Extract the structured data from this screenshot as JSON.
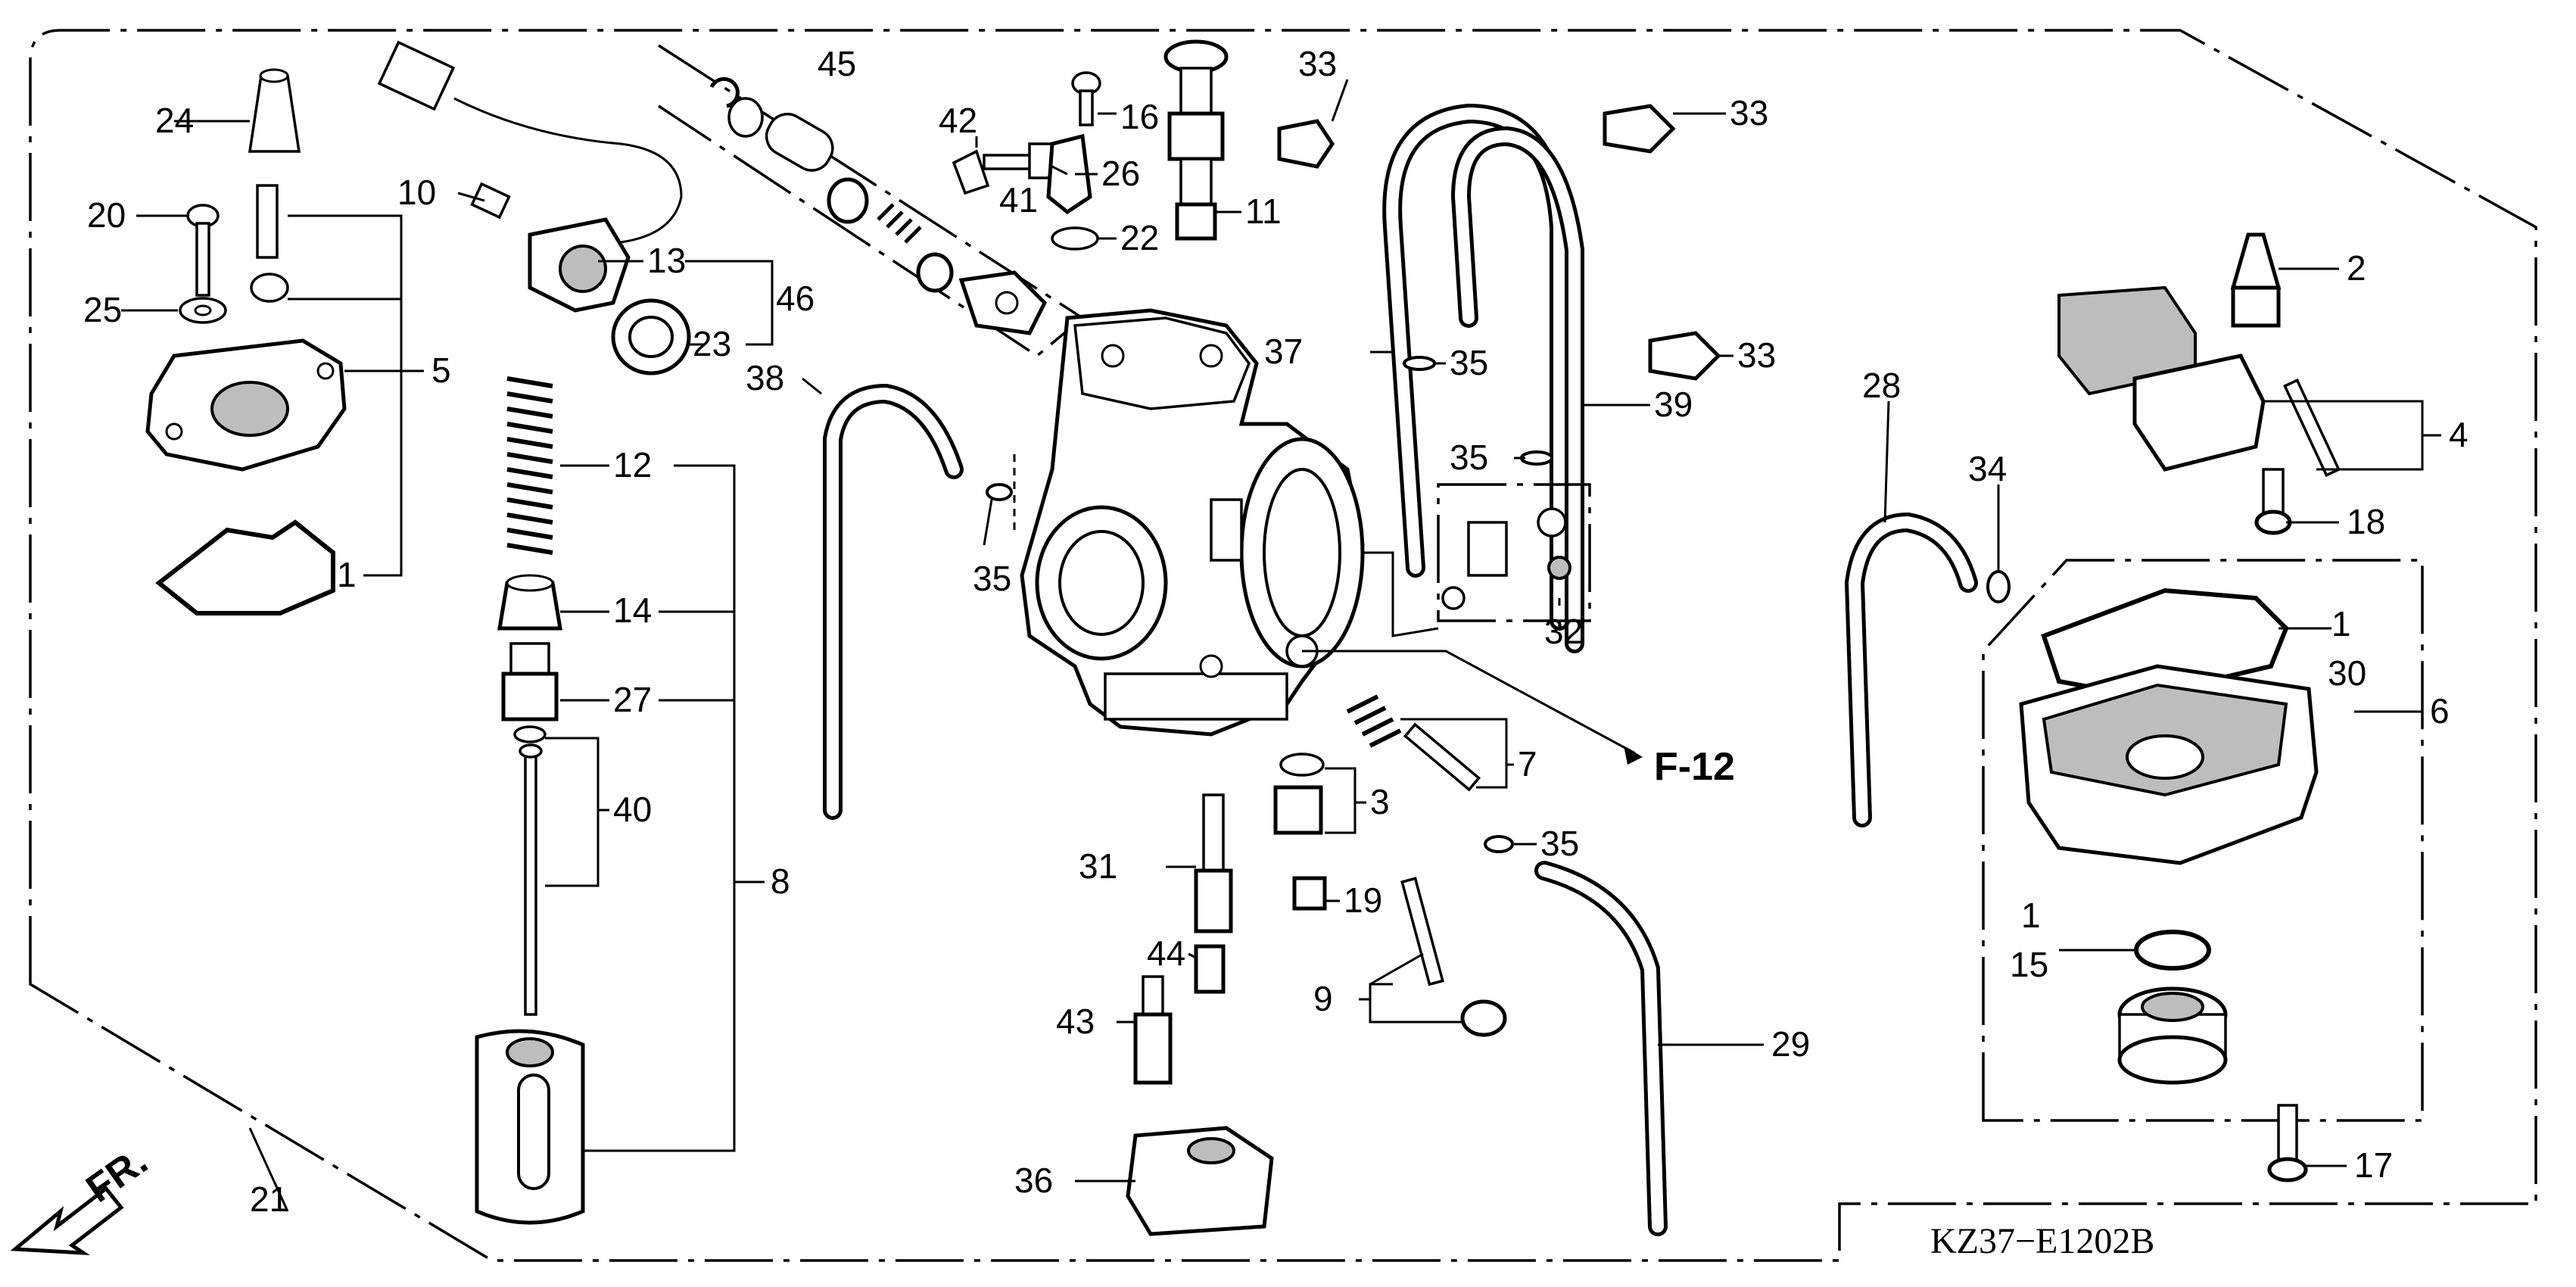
{
  "labels": {
    "p1a": "1",
    "p1b": "1",
    "p1c": "1",
    "p2": "2",
    "p3": "3",
    "p4": "4",
    "p5": "5",
    "p6": "6",
    "p7": "7",
    "p8": "8",
    "p9": "9",
    "p10": "10",
    "p11": "11",
    "p12": "12",
    "p13": "13",
    "p14": "14",
    "p15": "15",
    "p16": "16",
    "p17": "17",
    "p18": "18",
    "p19": "19",
    "p20": "20",
    "p21": "21",
    "p22": "22",
    "p23": "23",
    "p24": "24",
    "p25": "25",
    "p26": "26",
    "p27": "27",
    "p28": "28",
    "p29": "29",
    "p30": "30",
    "p31": "31",
    "p32": "32",
    "p33a": "33",
    "p33b": "33",
    "p33c": "33",
    "p34": "34",
    "p35a": "35",
    "p35b": "35",
    "p35c": "35",
    "p35d": "35",
    "p36": "36",
    "p37": "37",
    "p38": "38",
    "p39": "39",
    "p40": "40",
    "p41": "41",
    "p42": "42",
    "p43": "43",
    "p44": "44",
    "p45": "45",
    "p46": "46"
  },
  "ref": "F-12",
  "direction": "FR.",
  "code": "KZ37−E1202B"
}
